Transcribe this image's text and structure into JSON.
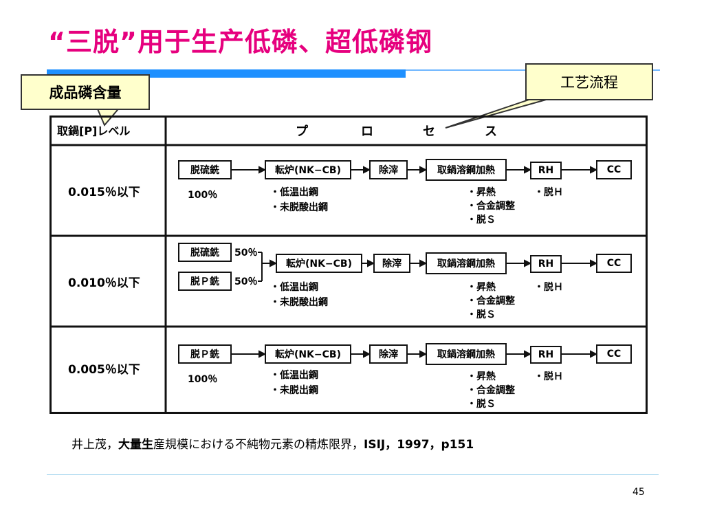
{
  "title": "“三脱”用于生产低磷、超低磷钢",
  "callouts": {
    "left": "成品磷含量",
    "right": "工艺流程"
  },
  "table": {
    "header_left": "取鍋[P]レベル",
    "header_right": [
      "プ",
      "ロ",
      "セ",
      "ス"
    ],
    "rows": [
      {
        "level": "0.015％以下",
        "start": [
          "脱硫銑"
        ],
        "start_note": "100％",
        "converter": "転炉(NK−CB)",
        "converter_notes": [
          "・低温出鋼",
          "・未脱酸出鋼"
        ],
        "slag": "除滓",
        "ladle": "取鍋溶鋼加熱",
        "ladle_notes": [
          "・昇熱",
          "・合金調整",
          "・脱Ｓ"
        ],
        "rh": "RH",
        "rh_note": "・脱Ｈ",
        "cc": "CC"
      },
      {
        "level": "0.010％以下",
        "start": [
          "脱硫銑",
          "脱Ｐ銑"
        ],
        "start_pct": [
          "50％",
          "50％"
        ],
        "converter": "転炉(NK−CB)",
        "converter_notes": [
          "・低温出鋼",
          "・未脱酸出鋼"
        ],
        "slag": "除滓",
        "ladle": "取鍋溶鋼加熱",
        "ladle_notes": [
          "・昇熱",
          "・合金調整",
          "・脱Ｓ"
        ],
        "rh": "RH",
        "rh_note": "・脱Ｈ",
        "cc": "CC"
      },
      {
        "level": "0.005％以下",
        "start": [
          "脱Ｐ銑"
        ],
        "start_note": "100％",
        "converter": "転炉(NK−CB)",
        "converter_notes": [
          "・低温出鋼",
          "・未脱出鋼"
        ],
        "slag": "除滓",
        "ladle": "取鍋溶鋼加熱",
        "ladle_notes": [
          "・昇熱",
          "・合金調整",
          "・脱Ｓ"
        ],
        "rh": "RH",
        "rh_note": "・脱Ｈ",
        "cc": "CC"
      }
    ]
  },
  "citation": {
    "author": "井上茂，",
    "bold_part": "大量生",
    "text": "産規模における不純物元素の精炼限界，",
    "journal": "ISIJ，1997，p151"
  },
  "page_number": "45",
  "colors": {
    "title": "#e6007e",
    "accent_bar": "#1e90ff",
    "callout_fill": "#ffffcc"
  }
}
